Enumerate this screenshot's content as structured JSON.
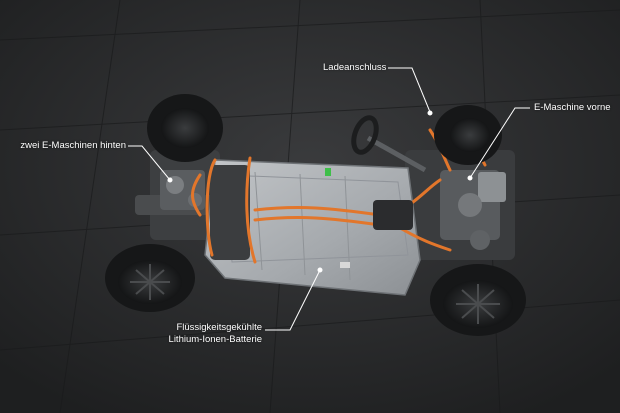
{
  "labels": {
    "ladeanschluss": "Ladeanschluss",
    "e_maschine_vorne": "E-Maschine vorne",
    "e_maschinen_hinten": "zwei E-Maschinen hinten",
    "batterie_line1": "Flüssigkeitsgekühlte",
    "batterie_line2": "Lithium-Ionen-Batterie"
  },
  "colors": {
    "background": "#2a2b2d",
    "battery": "#a9adb1",
    "cable": "#e2762b",
    "tire": "#161718",
    "leader_line": "#ffffff"
  }
}
